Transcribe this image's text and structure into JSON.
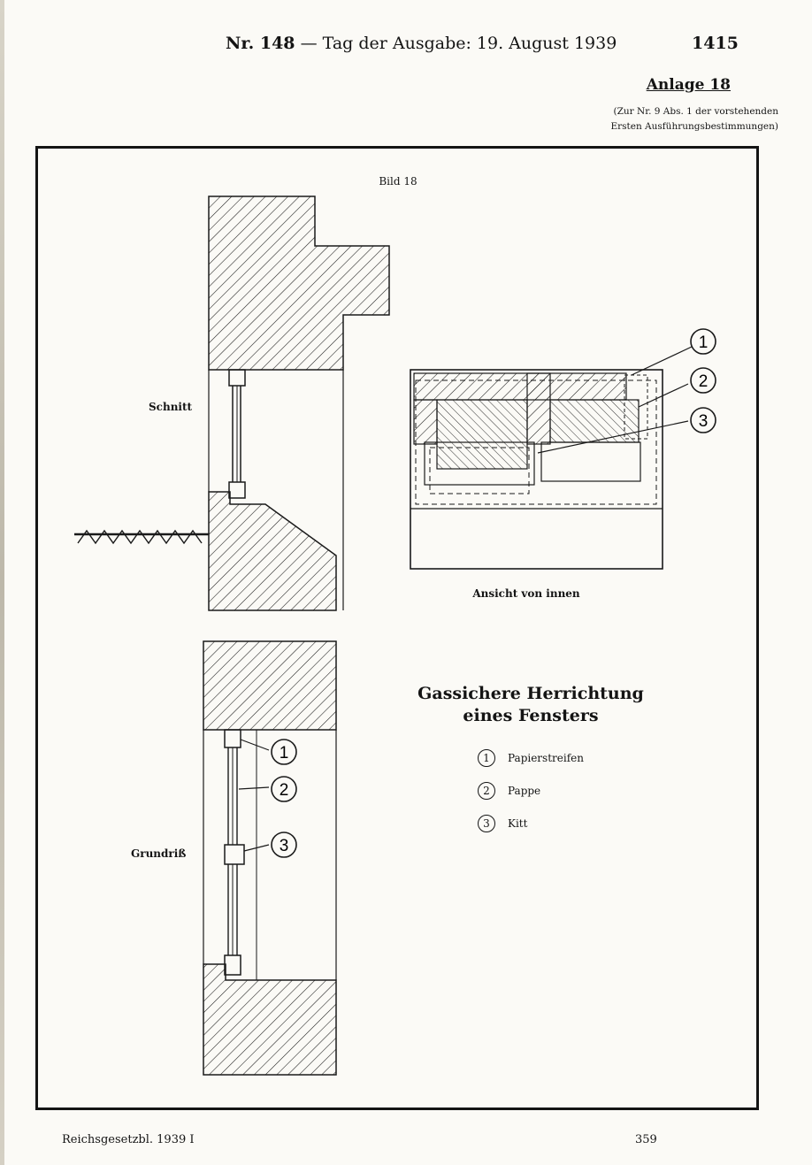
{
  "header": {
    "issue": "Nr. 148",
    "dash": "—",
    "date_text": "Tag der Ausgabe: 19. August 1939",
    "page_number": "1415"
  },
  "annex": {
    "title": "Anlage 18",
    "note_line1": "(Zur Nr. 9 Abs. 1 der vorstehenden",
    "note_line2": "Ersten Ausführungsbestimmungen)"
  },
  "figure": {
    "title": "Bild 18",
    "label_section": "Schnitt",
    "label_plan": "Grundriß",
    "label_view": "Ansicht von innen",
    "caption_line1": "Gassichere Herrichtung",
    "caption_line2": "eines Fensters",
    "callouts": [
      "1",
      "2",
      "3"
    ]
  },
  "legend": {
    "items": [
      {
        "num": "1",
        "label": "Papierstreifen"
      },
      {
        "num": "2",
        "label": "Pappe"
      },
      {
        "num": "3",
        "label": "Kitt"
      }
    ]
  },
  "footer": {
    "left": "Reichsgesetzbl. 1939 I",
    "right": "359"
  }
}
